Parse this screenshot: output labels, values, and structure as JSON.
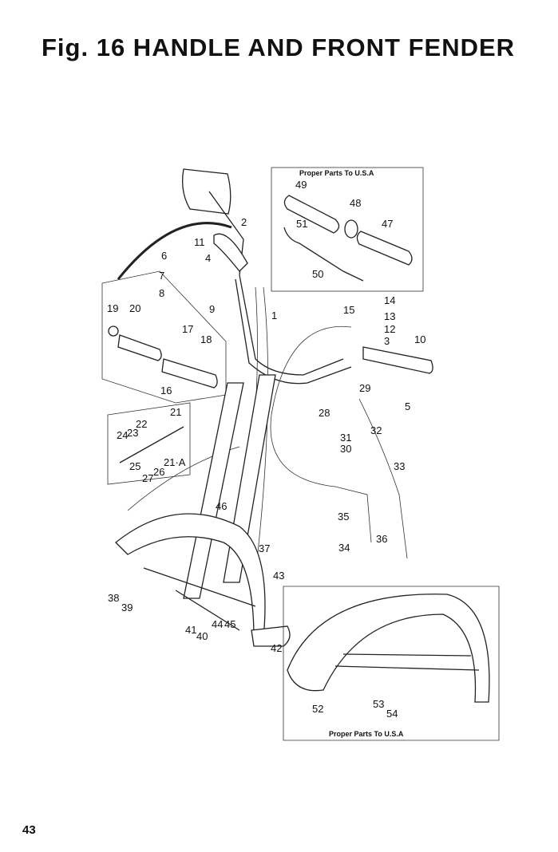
{
  "title": "Fig. 16 HANDLE AND FRONT FENDER",
  "page_number": "43",
  "inset_top": {
    "caption": "Proper Parts To U.S.A"
  },
  "inset_bottom": {
    "caption": "Proper Parts To U.S.A"
  },
  "callouts": [
    "2",
    "11",
    "6",
    "4",
    "7",
    "8",
    "9",
    "1",
    "19",
    "20",
    "17",
    "18",
    "16",
    "21",
    "22",
    "24",
    "23",
    "25",
    "21·A",
    "27",
    "26",
    "46",
    "37",
    "38",
    "39",
    "41",
    "40",
    "44",
    "45",
    "43",
    "42",
    "49",
    "48",
    "47",
    "51",
    "50",
    "14",
    "15",
    "13",
    "12",
    "3",
    "10",
    "5",
    "29",
    "28",
    "32",
    "31",
    "30",
    "33",
    "35",
    "36",
    "34",
    "52",
    "53",
    "54"
  ]
}
